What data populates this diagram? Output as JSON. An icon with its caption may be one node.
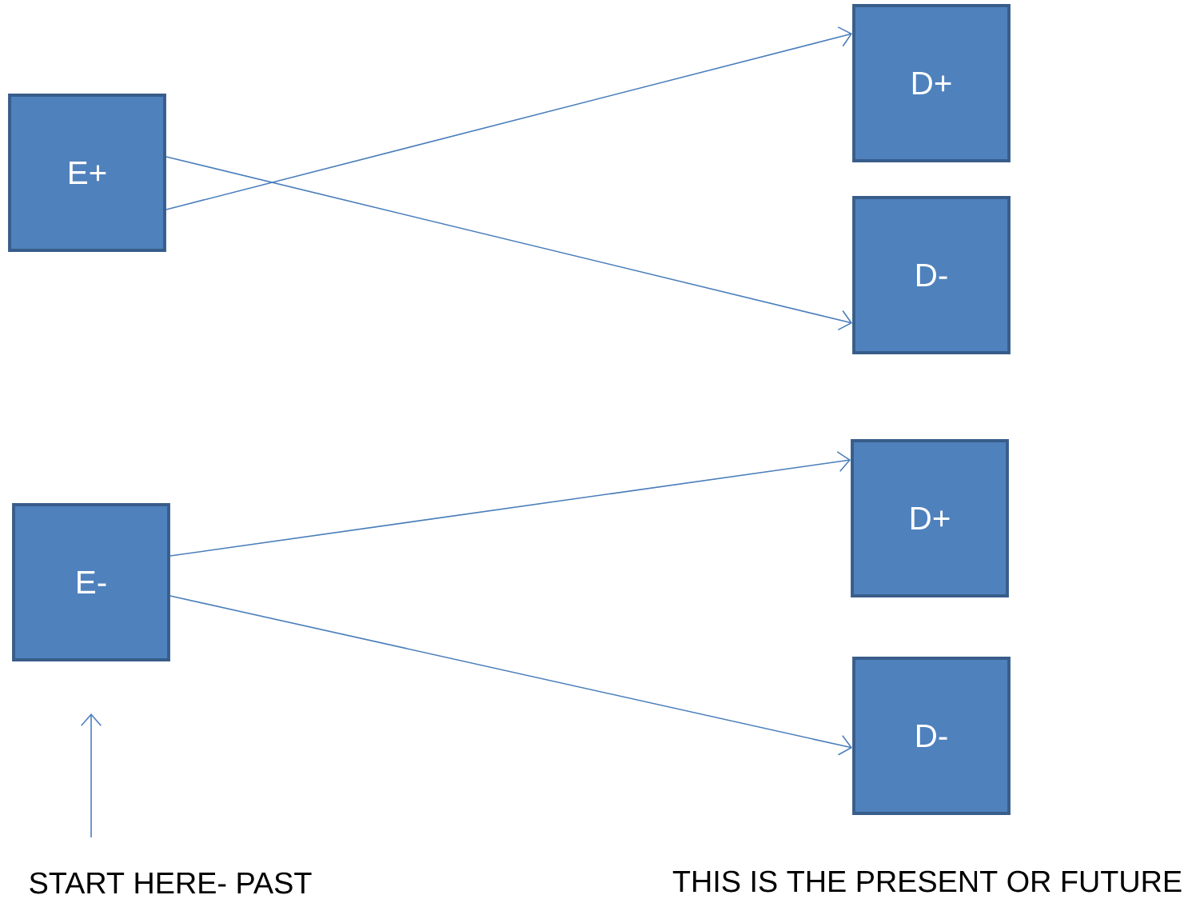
{
  "diagram": {
    "nodes": [
      {
        "text": [
          "E+"
        ]
      },
      {
        "text": [
          "E-"
        ]
      },
      {
        "text": [
          "D+"
        ]
      },
      {
        "text": [
          "D-"
        ]
      },
      {
        "text": [
          "D+"
        ]
      },
      {
        "text": [
          "D-"
        ]
      },
      {
        "text": [
          "START HERE- PAST"
        ]
      }
    ],
    "edges": [
      {
        "from": 0,
        "to": 2,
        "arrow": "to"
      },
      {
        "from": 0,
        "to": 3,
        "arrow": "to"
      },
      {
        "from": 1,
        "to": 4,
        "arrow": "to"
      },
      {
        "from": 1,
        "to": 5,
        "arrow": "to"
      },
      {
        "from": 6,
        "to": 1,
        "arrow": "to"
      }
    ],
    "labels": [
      "THIS IS THE PRESENT OR FUTURE"
    ]
  }
}
